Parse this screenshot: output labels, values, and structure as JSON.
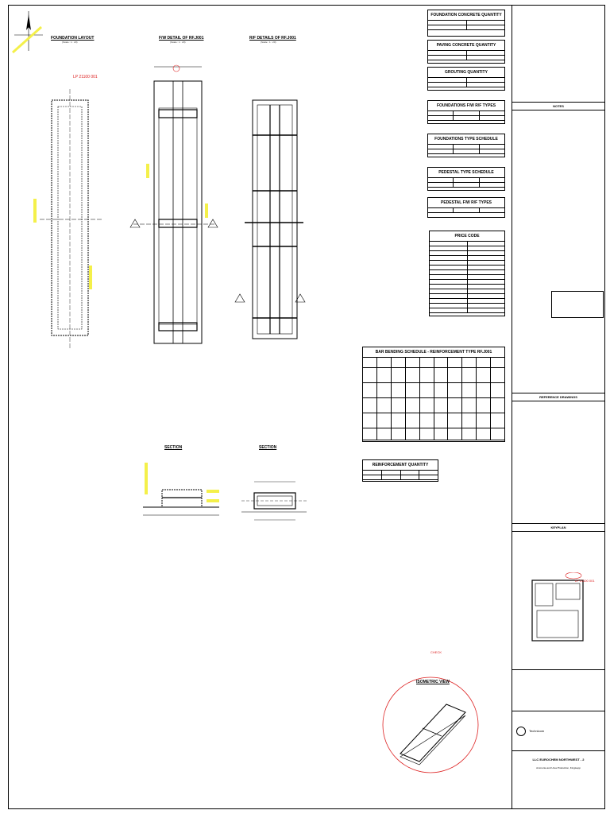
{
  "drawing": {
    "views": {
      "foundation_layout": {
        "title": "FOUNDATION LAYOUT",
        "scale": "(Scale : 1 : 20)"
      },
      "fw_detail": {
        "title": "F/W DETAIL OF RF.J001",
        "scale": "(Scale : 1 : 20)"
      },
      "rf_details": {
        "title": "R/F DETAILS OF RF.J001",
        "scale": "(Scale : 1 : 20)"
      },
      "section_a": {
        "title": "SECTION"
      },
      "section_b": {
        "title": "SECTION"
      },
      "isometric": {
        "title": "ISOMETRIC VIEW"
      }
    },
    "markers": {
      "tag_top": "LP 21100 001",
      "tag_keyplan": "LP 21100 001",
      "check": "CHECK"
    }
  },
  "tables": {
    "foundation_concrete": {
      "title": "FOUNDATION CONCRETE QUANTITY"
    },
    "paving_concrete": {
      "title": "PAVING CONCRETE QUANTITY"
    },
    "grouting": {
      "title": "GROUTING QUANTITY"
    },
    "foundations_fw_rf": {
      "title": "FOUNDATIONS F/W R/F TYPES"
    },
    "foundations_type": {
      "title": "FOUNDATIONS TYPE SCHEDULE"
    },
    "pedestal_type": {
      "title": "PEDESTAL TYPE SCHEDULE"
    },
    "pedestal_fw_rf": {
      "title": "PEDESTAL F/W R/F TYPES"
    },
    "price_code": {
      "title": "PRICE CODE"
    },
    "bar_bending": {
      "title": "BAR BENDING SCHEDULE - REINFORCEMENT TYPE RF.J001"
    },
    "reinforcement_qty": {
      "title": "REINFORCEMENT QUANTITY"
    }
  },
  "side_panel": {
    "notes_title": "NOTES",
    "reference_title": "REFERENCE DRAWINGS",
    "keyplan_title": "KEYPLAN",
    "company": "Technicom",
    "client": "LLC EUROCHEM NORTHWEST - 2",
    "project": "Ammonia and Urea Production, Kingisepp"
  },
  "colors": {
    "highlight": "#f4f04a",
    "markup_red": "#dd2222"
  }
}
